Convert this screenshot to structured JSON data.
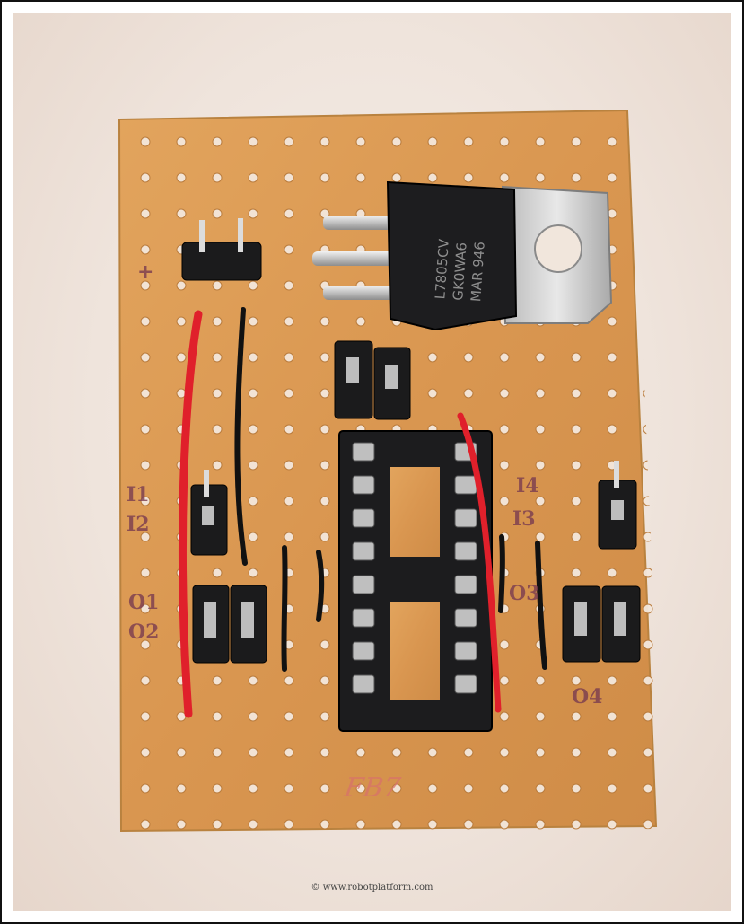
{
  "image": {
    "credit": "© www.robotplatform.com",
    "board_marking": "FB7",
    "silkscreen": {
      "plus": "+",
      "i1": "I1",
      "i2": "I2",
      "o1": "O1",
      "o2": "O2",
      "i4": "I4",
      "i3": "I3",
      "o3": "O3",
      "o4": "O4"
    },
    "regulator_text": [
      "L7805CV",
      "GK0WA6",
      "MAR 946"
    ],
    "colors": {
      "board": "#d9974f",
      "wire_red": "#e0202b",
      "wire_black": "#111111",
      "heatsink": "#c8c8c8"
    }
  }
}
